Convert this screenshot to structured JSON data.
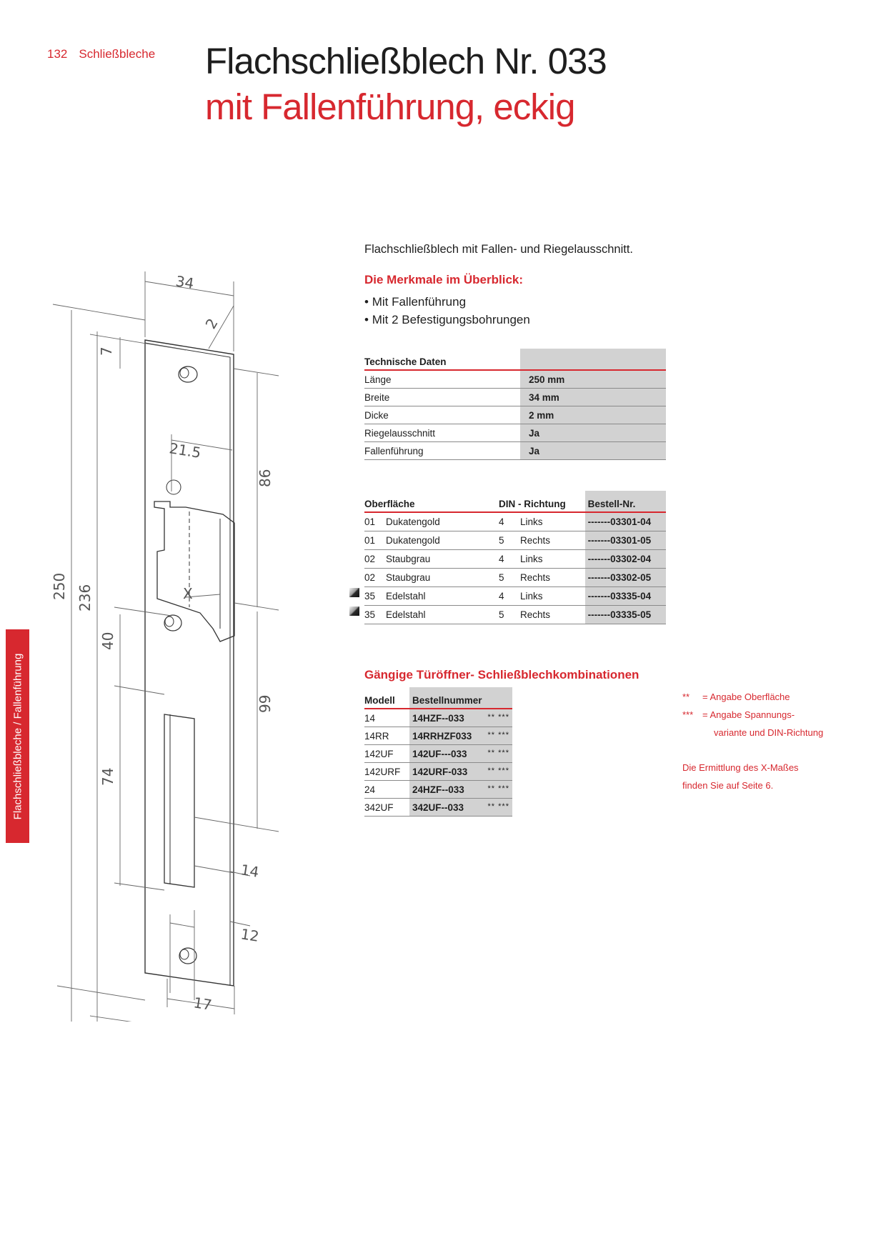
{
  "header": {
    "page_number": "132",
    "section": "Schließbleche"
  },
  "title": {
    "line1": "Flachschließblech Nr. 033",
    "line2": "mit Fallenführung, eckig"
  },
  "side_tab": "Flachschließbleche / Fallenführung",
  "intro": "Flachschließblech mit Fallen- und Riegelausschnitt.",
  "features": {
    "heading": "Die Merkmale im Überblick:",
    "items": [
      "Mit Fallenführung",
      "Mit 2 Befestigungsbohrungen"
    ]
  },
  "tech": {
    "heading": "Technische Daten",
    "rows": [
      {
        "label": "Länge",
        "value": "250 mm"
      },
      {
        "label": "Breite",
        "value": "34 mm"
      },
      {
        "label": "Dicke",
        "value": "2 mm"
      },
      {
        "label": "Riegelausschnitt",
        "value": "Ja"
      },
      {
        "label": "Fallenführung",
        "value": "Ja"
      }
    ]
  },
  "order": {
    "headers": [
      "Oberfläche",
      "DIN - Richtung",
      "Bestell-Nr."
    ],
    "rows": [
      {
        "code": "01",
        "surface": "Dukatengold",
        "din": "4",
        "dir": "Links",
        "nr": "-------03301-04"
      },
      {
        "code": "01",
        "surface": "Dukatengold",
        "din": "5",
        "dir": "Rechts",
        "nr": "-------03301-05"
      },
      {
        "code": "02",
        "surface": "Staubgrau",
        "din": "4",
        "dir": "Links",
        "nr": "-------03302-04"
      },
      {
        "code": "02",
        "surface": "Staubgrau",
        "din": "5",
        "dir": "Rechts",
        "nr": "-------03302-05"
      },
      {
        "code": "35",
        "surface": "Edelstahl",
        "din": "4",
        "dir": "Links",
        "nr": "-------03335-04"
      },
      {
        "code": "35",
        "surface": "Edelstahl",
        "din": "5",
        "dir": "Rechts",
        "nr": "-------03335-05"
      }
    ]
  },
  "combos": {
    "heading": "Gängige Türöffner- Schließblechkombinationen",
    "headers": [
      "Modell",
      "Bestellnummer"
    ],
    "stars": "** ***",
    "rows": [
      {
        "model": "14",
        "nr": "14HZF--033"
      },
      {
        "model": "14RR",
        "nr": "14RRHZF033"
      },
      {
        "model": "142UF",
        "nr": "142UF---033"
      },
      {
        "model": "142URF",
        "nr": "142URF-033"
      },
      {
        "model": "24",
        "nr": "24HZF--033"
      },
      {
        "model": "342UF",
        "nr": "342UF--033"
      }
    ]
  },
  "notes": {
    "n1_key": "**",
    "n1_text": "= Angabe Oberfläche",
    "n2_key": "***",
    "n2_text": "= Angabe Spannungs-",
    "n2_cont": "variante und DIN-Richtung",
    "hint1": "Die Ermittlung des X-Maßes",
    "hint2": "finden Sie auf Seite 6."
  },
  "drawing": {
    "dims": {
      "w34": "34",
      "t2": "2",
      "d7": "7",
      "d21_5": "21.5",
      "d86": "86",
      "l250": "250",
      "l236": "236",
      "x": "X",
      "d40": "40",
      "d99": "99",
      "d74": "74",
      "d14": "14",
      "d12": "12",
      "d17": "17"
    }
  }
}
